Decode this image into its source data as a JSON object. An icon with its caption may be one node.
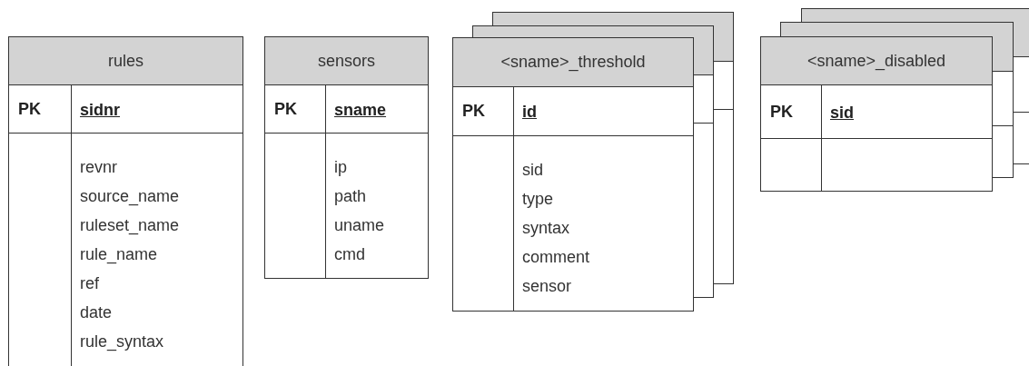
{
  "diagram": {
    "nodes": [
      {
        "text": [
          "rules",
          "PK",
          "sidnr",
          "revnr",
          "source_name",
          "ruleset_name",
          "rule_name",
          "ref",
          "date",
          "rule_syntax"
        ]
      },
      {
        "text": [
          "sensors",
          "PK",
          "sname",
          "ip",
          "path",
          "uname",
          "cmd"
        ]
      },
      {
        "text": [
          "<sname>_threshold",
          "PK",
          "id",
          "sid",
          "type",
          "syntax",
          "comment",
          "sensor"
        ]
      },
      {
        "text": [
          "<sname>_disabled",
          "PK",
          "sid"
        ]
      }
    ],
    "edges": []
  }
}
